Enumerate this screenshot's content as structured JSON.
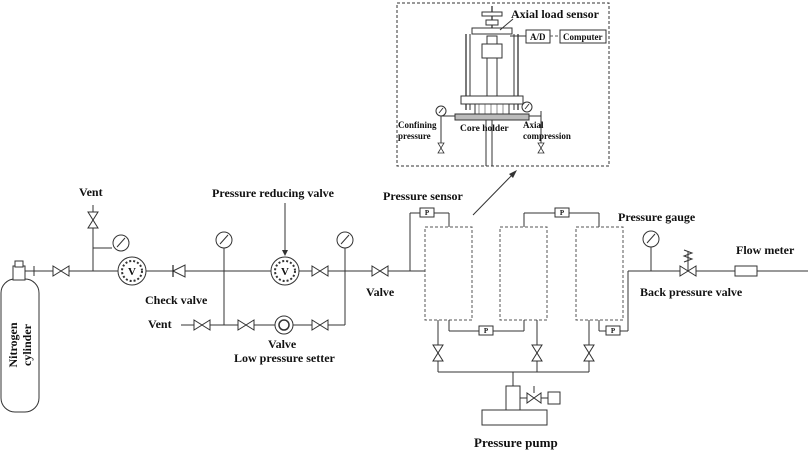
{
  "labels": {
    "axial_load_sensor": "Axial load sensor",
    "a_d": "A/D",
    "computer": "Computer",
    "confining_pressure_l1": "Confining",
    "confining_pressure_l2": "pressure",
    "core_holder": "Core holder",
    "axial_compression_l1": "Axial",
    "axial_compression_l2": "compression",
    "vent_top": "Vent",
    "pressure_reducing_valve": "Pressure reducing valve",
    "pressure_sensor": "Pressure sensor",
    "pressure_gauge": "Pressure gauge",
    "flow_meter": "Flow meter",
    "check_valve": "Check valve",
    "valve_right": "Valve",
    "back_pressure_valve": "Back pressure valve",
    "vent_bottom": "Vent",
    "valve_bottom": "Valve",
    "low_pressure_setter": "Low pressure setter",
    "nitrogen_l1": "Nitrogen",
    "nitrogen_l2": "cylinder",
    "pressure_pump": "Pressure pump",
    "v_symbol": "V",
    "p_symbol": "P"
  }
}
